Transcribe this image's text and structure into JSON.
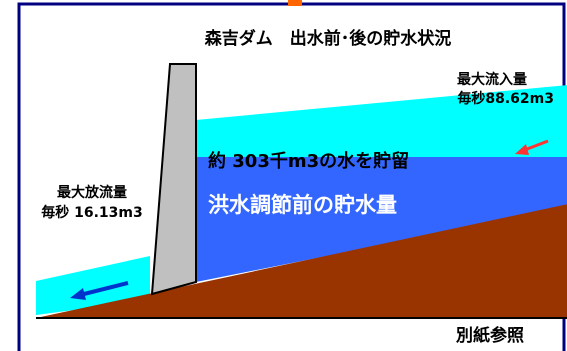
{
  "title": "森吉ダム　出水前･後の貯水状況",
  "inflow": {
    "line1": "最大流入量",
    "line2": "毎秒88.62m3"
  },
  "outflow": {
    "line1": "最大放流量",
    "line2": "毎秒 16.13m3"
  },
  "stored_water_label": "約 303千m3の水を貯留",
  "pre_flood_storage_label": "洪水調節前の貯水量",
  "footer_note": "別紙参照",
  "colors": {
    "border": "#000080",
    "accent_top": "#ff6600",
    "water_light": "#00ffff",
    "water_deep": "#3366ff",
    "ground": "#993300",
    "dam": "#c0c0c0",
    "inflow_arrow": "#ff3333",
    "outflow_arrow": "#0033cc"
  },
  "icons": {
    "inflow": "arrow-left-down-icon",
    "outflow": "arrow-left-down-icon"
  }
}
